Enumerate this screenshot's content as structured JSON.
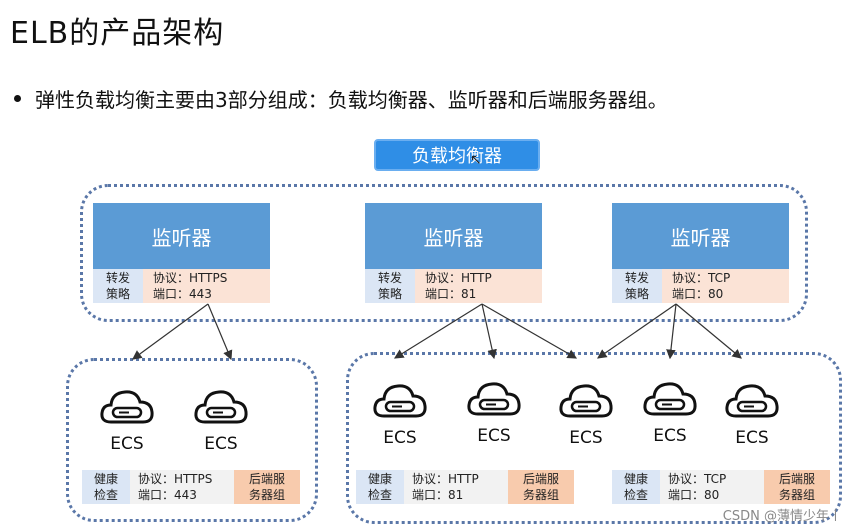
{
  "title": "ELB的产品架构",
  "bullet": "弹性负载均衡主要由3部分组成：负载均衡器、监听器和后端服务器组。",
  "load_balancer_label": "负载均衡器",
  "listeners": [
    {
      "title": "监听器",
      "policy_label": "转发\n策略",
      "protocol": "协议：HTTPS",
      "port": "端口：443"
    },
    {
      "title": "监听器",
      "policy_label": "转发\n策略",
      "protocol": "协议：HTTP",
      "port": "端口：81"
    },
    {
      "title": "监听器",
      "policy_label": "转发\n策略",
      "protocol": "协议：TCP",
      "port": "端口：80"
    }
  ],
  "ecs_label": "ECS",
  "backend_groups": [
    {
      "health_label": "健康\n检查",
      "protocol": "协议：HTTPS",
      "port": "端口：443",
      "group_label": "后端服\n务器组"
    },
    {
      "health_label": "健康\n检查",
      "protocol": "协议：HTTP",
      "port": "端口：81",
      "group_label": "后端服\n务器组"
    },
    {
      "health_label": "健康\n检查",
      "protocol": "协议：TCP",
      "port": "端口：80",
      "group_label": "后端服\n务器组"
    }
  ],
  "watermark": "CSDN @薄情少年丨",
  "colors": {
    "listener_head": "#5b9bd5",
    "lb_button": "#2f8ee6",
    "dotted_border": "#5a77a8",
    "group_badge": "#f8cbad"
  }
}
